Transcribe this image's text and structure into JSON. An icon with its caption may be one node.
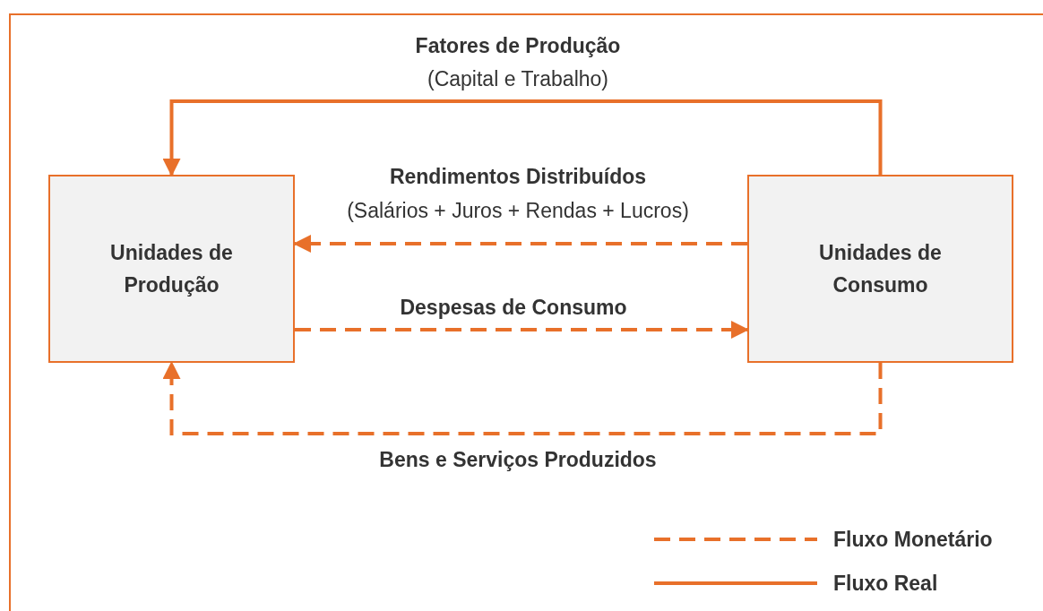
{
  "diagram": {
    "nodes": [
      {
        "text": [
          "Unidades de Produção"
        ]
      },
      {
        "text": [
          "Unidades de Consumo"
        ]
      }
    ],
    "edges": [
      {
        "from": 1,
        "to": 0,
        "arrow": "to",
        "label": "Fatores de Produção"
      },
      {
        "from": 1,
        "to": 0,
        "arrow": "to",
        "label": "Rendimentos Distribuídos",
        "style": "dashed"
      },
      {
        "from": 0,
        "to": 1,
        "arrow": "to",
        "label": "Despesas de Consumo",
        "style": "dashed"
      },
      {
        "from": 1,
        "to": 0,
        "arrow": "to",
        "label": "Bens e Serviços Produzidos",
        "style": "dashed"
      }
    ],
    "labels": [
      "(Capital e Trabalho)",
      "(Salários + Juros + Rendas + Lucros)"
    ],
    "legend": [
      {
        "text": "Fluxo Monetário"
      },
      {
        "text": "Fluxo Real"
      }
    ]
  }
}
